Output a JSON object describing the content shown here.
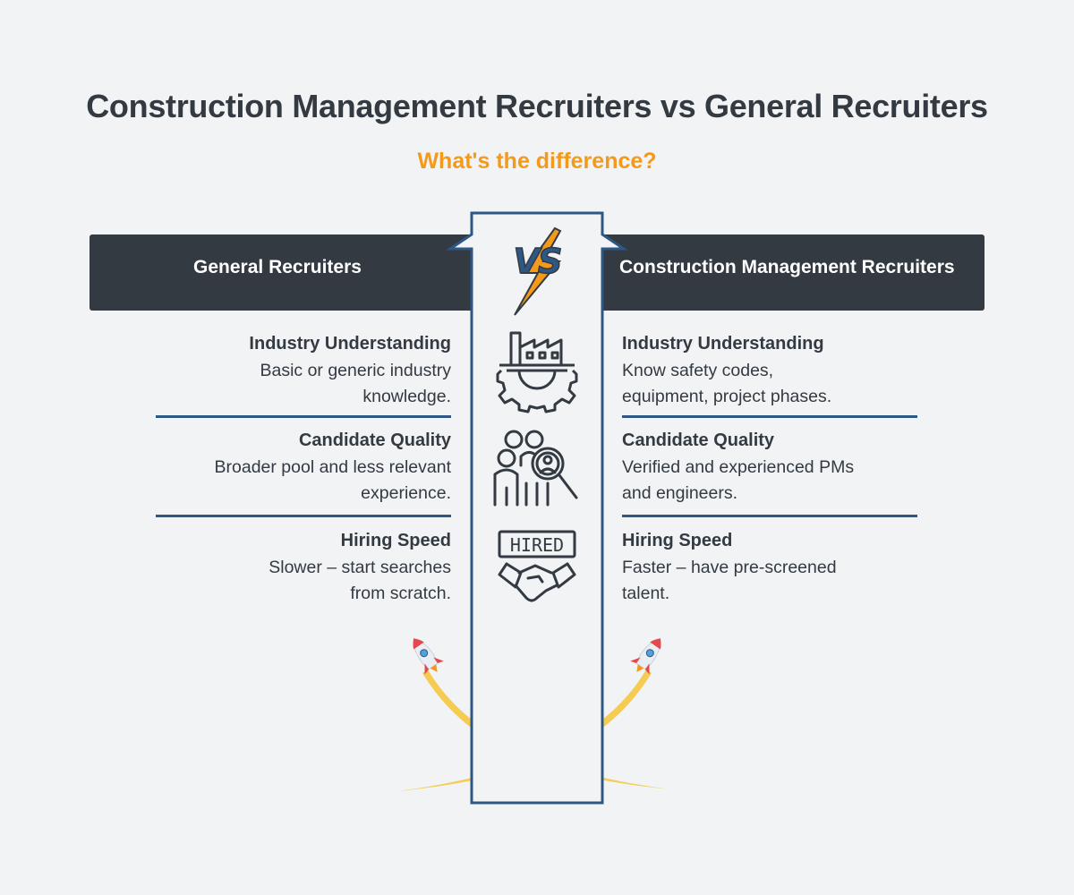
{
  "title": "Construction Management Recruiters vs General Recruiters",
  "subtitle": "What's the difference?",
  "header": {
    "left": "General Recruiters",
    "right": "Construction Management Recruiters",
    "vs_badge": "VS"
  },
  "rows": [
    {
      "icon": "factory-gear-icon",
      "left": {
        "heading": "Industry Understanding",
        "desc_line1": "Basic or generic industry",
        "desc_line2": "knowledge."
      },
      "right": {
        "heading": "Industry Understanding",
        "desc_line1": "Know safety codes,",
        "desc_line2": "equipment, project phases."
      }
    },
    {
      "icon": "people-search-icon",
      "left": {
        "heading": "Candidate Quality",
        "desc_line1": "Broader pool and less relevant",
        "desc_line2": "experience."
      },
      "right": {
        "heading": "Candidate Quality",
        "desc_line1": "Verified and experienced PMs",
        "desc_line2": "and engineers."
      }
    },
    {
      "icon": "hired-handshake-icon",
      "left": {
        "heading": "Hiring Speed",
        "desc_line1": "Slower – start searches",
        "desc_line2": "from scratch."
      },
      "right": {
        "heading": "Hiring Speed",
        "desc_line1": "Faster – have pre-screened",
        "desc_line2": "talent."
      }
    }
  ],
  "hired_sign": "HIRED",
  "colors": {
    "background": "#f1f3f4",
    "dark": "#333a42",
    "accent_orange": "#f39a1b",
    "navy_line": "#2e5784",
    "trail_yellow": "#f5cb52",
    "rocket_red": "#e4474e"
  }
}
